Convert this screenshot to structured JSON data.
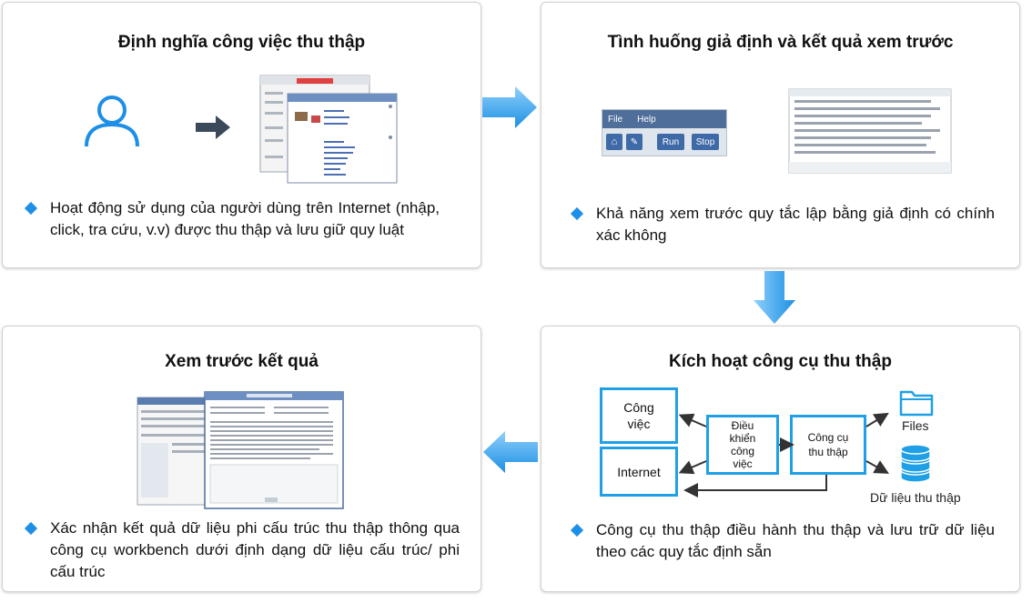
{
  "panels": {
    "define": {
      "title": "Định nghĩa công việc thu thập",
      "bullet": "Hoạt động sử dụng của người dùng trên Internet (nhập, click, tra cứu, v.v) được thu thập và lưu giữ  quy luật"
    },
    "preview_rules": {
      "title": "Tình huống giả định và kết quả xem trước",
      "bullet": "Khả năng xem trước quy tắc lập bằng giả định có chính xác không",
      "toolbar": {
        "menu_file": "File",
        "menu_help": "Help",
        "run": "Run",
        "stop": "Stop"
      }
    },
    "results": {
      "title": "Xem trước kết quả",
      "bullet": "Xác nhận kết quả dữ liệu phi cấu trúc thu thập thông qua công cụ workbench dưới định dạng dữ liệu cấu trúc/ phi cấu trúc"
    },
    "activate": {
      "title": "Kích hoạt công cụ thu thập",
      "bullet": "Công cụ thu thập điều hành thu thập và lưu trữ dữ liệu theo các quy tắc định sẵn",
      "boxes": {
        "job": "Công việc",
        "internet": "Internet",
        "control": "Điều khiển công việc",
        "tool": "Công cụ thu thập"
      },
      "files_label": "Files",
      "data_label": "Dữ liệu thu thập"
    }
  },
  "colors": {
    "accent": "#1fa0e6",
    "arrow": "#3aa6ec",
    "bullet": "#1e8fe6"
  }
}
